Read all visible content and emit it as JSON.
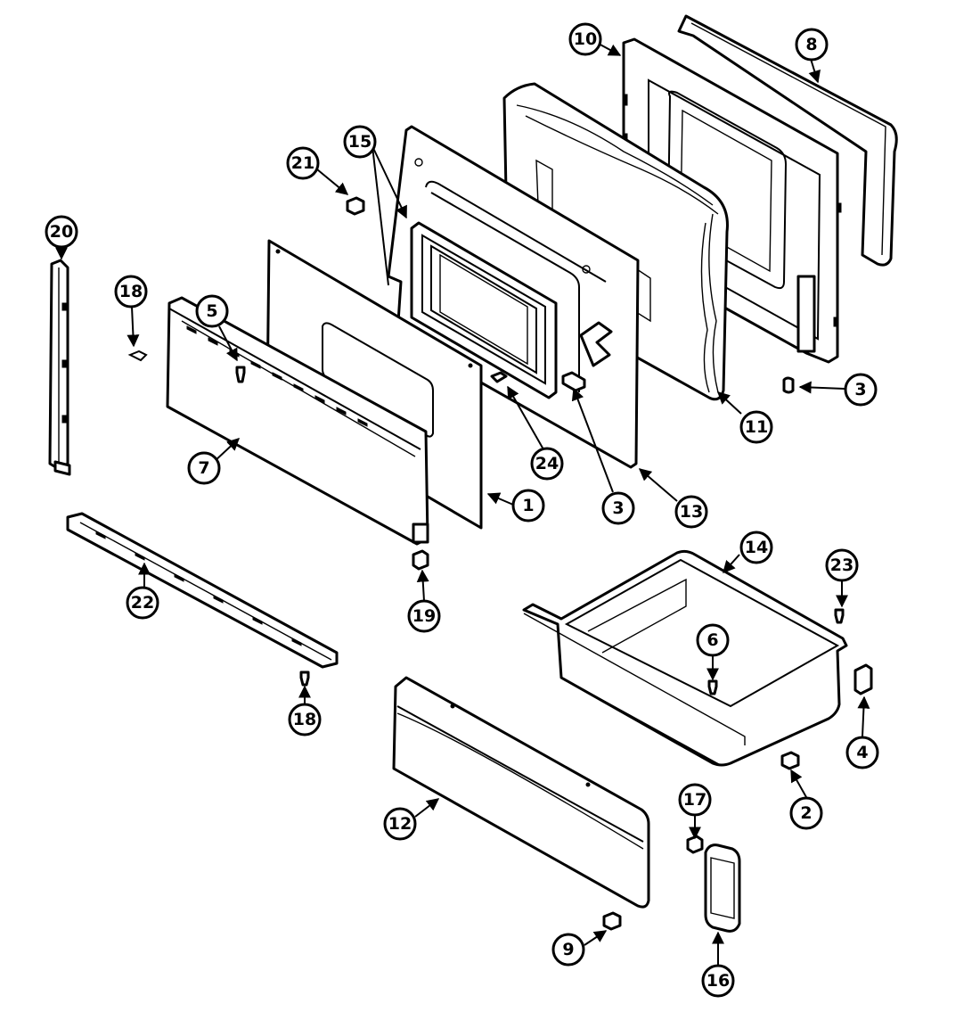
{
  "diagram": {
    "callouts": [
      {
        "id": "c1",
        "label": "1"
      },
      {
        "id": "c2",
        "label": "2"
      },
      {
        "id": "c3a",
        "label": "3"
      },
      {
        "id": "c3b",
        "label": "3"
      },
      {
        "id": "c4",
        "label": "4"
      },
      {
        "id": "c5",
        "label": "5"
      },
      {
        "id": "c6",
        "label": "6"
      },
      {
        "id": "c7",
        "label": "7"
      },
      {
        "id": "c8",
        "label": "8"
      },
      {
        "id": "c9",
        "label": "9"
      },
      {
        "id": "c10",
        "label": "10"
      },
      {
        "id": "c11",
        "label": "11"
      },
      {
        "id": "c12",
        "label": "12"
      },
      {
        "id": "c13",
        "label": "13"
      },
      {
        "id": "c14",
        "label": "14"
      },
      {
        "id": "c15",
        "label": "15"
      },
      {
        "id": "c16",
        "label": "16"
      },
      {
        "id": "c17",
        "label": "17"
      },
      {
        "id": "c18a",
        "label": "18"
      },
      {
        "id": "c18b",
        "label": "18"
      },
      {
        "id": "c19",
        "label": "19"
      },
      {
        "id": "c20",
        "label": "20"
      },
      {
        "id": "c21",
        "label": "21"
      },
      {
        "id": "c22",
        "label": "22"
      },
      {
        "id": "c23",
        "label": "23"
      },
      {
        "id": "c24",
        "label": "24"
      }
    ]
  }
}
